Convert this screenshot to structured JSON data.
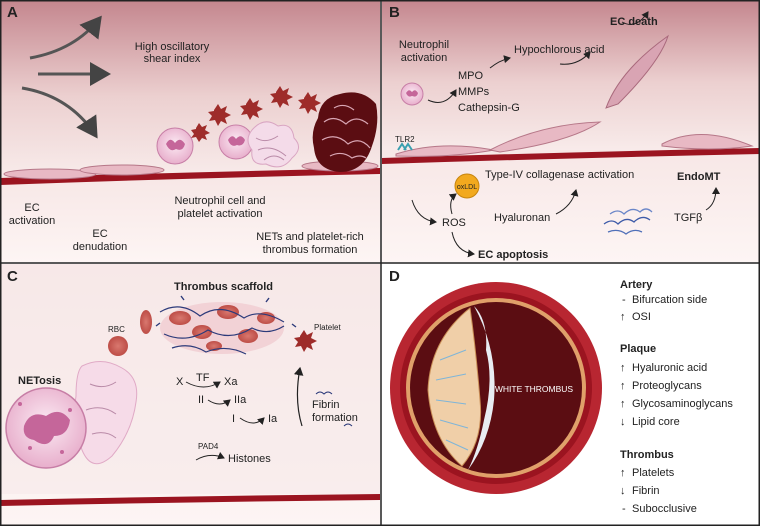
{
  "panels": {
    "a": {
      "letter": "A",
      "shear": [
        "High oscillatory",
        "shear index"
      ],
      "ec_activation": [
        "EC",
        "activation"
      ],
      "ec_denudation": [
        "EC",
        "denudation"
      ],
      "neutrophil_platelet": [
        "Neutrophil cell and",
        "platelet activation"
      ],
      "nets_thrombus": [
        "NETs and platelet-rich",
        "thrombus formation"
      ]
    },
    "b": {
      "letter": "B",
      "neutrophil": [
        "Neutrophil",
        "activation"
      ],
      "enzymes": [
        "MPO",
        "MMPs",
        "Cathepsin-G"
      ],
      "hypochlorous": "Hypochlorous acid",
      "ec_death": "EC death",
      "tlr2": "TLR2",
      "oxldl": "oxLDL",
      "collagenase": "Type-IV collagenase activation",
      "endomt": "EndoMT",
      "ros": "ROS",
      "hyaluronan": "Hyaluronan",
      "tgfb": "TGFβ",
      "ec_apoptosis": "EC apoptosis"
    },
    "c": {
      "letter": "C",
      "thrombus_scaffold": "Thrombus scaffold",
      "rbc": "RBC",
      "platelet": "Platelet",
      "netosis": "NETosis",
      "tf": "TF",
      "x": "X",
      "xa": "Xa",
      "ii": "II",
      "iia": "IIa",
      "i": "I",
      "ia": "Ia",
      "fibrin": [
        "Fibrin",
        "formation"
      ],
      "pad4": "PAD4",
      "histones": "Histones"
    },
    "d": {
      "letter": "D",
      "white_thrombus": "WHITE THROMBUS",
      "artery": {
        "title": "Artery",
        "items": [
          {
            "sym": "-",
            "text": "Bifurcation side"
          },
          {
            "sym": "↑",
            "text": "OSI"
          }
        ]
      },
      "plaque": {
        "title": "Plaque",
        "items": [
          {
            "sym": "↑",
            "text": "Hyaluronic acid"
          },
          {
            "sym": "↑",
            "text": "Proteoglycans"
          },
          {
            "sym": "↑",
            "text": "Glycosaminoglycans"
          },
          {
            "sym": "↓",
            "text": "Lipid core"
          }
        ]
      },
      "thrombus": {
        "title": "Thrombus",
        "items": [
          {
            "sym": "↑",
            "text": "Platelets"
          },
          {
            "sym": "↓",
            "text": "Fibrin"
          },
          {
            "sym": "-",
            "text": "Subocclusive"
          }
        ]
      }
    }
  },
  "colors": {
    "lumen_top": "#c98a91",
    "lumen_bottom": "#f6e6e5",
    "vessel_wall": "#9b1420",
    "dark_red": "#5b0d12",
    "neutrophil": "#e9b3d0",
    "platelet": "#9e2c2a"
  }
}
